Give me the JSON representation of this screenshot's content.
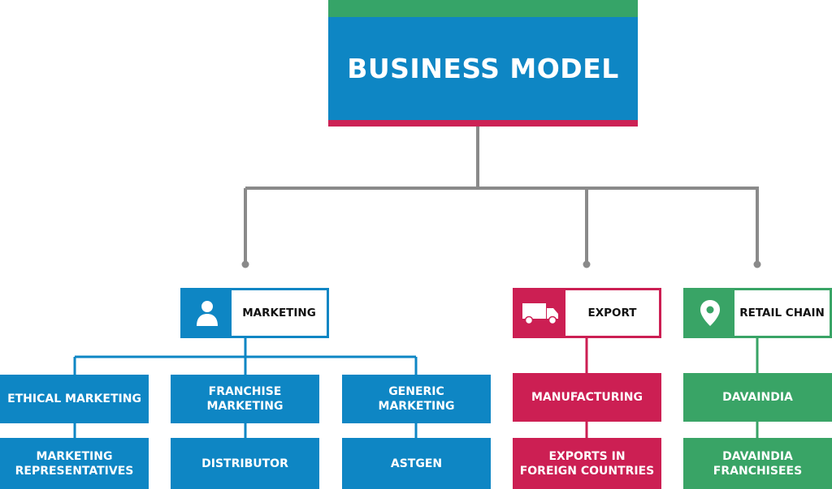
{
  "title": "BUSINESS MODEL",
  "colors": {
    "blue": "#0e86c4",
    "red": "#cc1f53",
    "green": "#39a466",
    "connector": "#8a8a8a"
  },
  "categories": [
    {
      "label": "MARKETING",
      "icon": "person-icon",
      "children": [
        {
          "label": "ETHICAL MARKETING",
          "sub": "MARKETING\nREPRESENTATIVES"
        },
        {
          "label": "FRANCHISE\nMARKETING",
          "sub": "DISTRIBUTOR"
        },
        {
          "label": "GENERIC\nMARKETING",
          "sub": "ASTGEN"
        }
      ]
    },
    {
      "label": "EXPORT",
      "icon": "truck-icon",
      "children": [
        {
          "label": "MANUFACTURING",
          "sub": "EXPORTS IN\nFOREIGN COUNTRIES"
        }
      ]
    },
    {
      "label": "RETAIL CHAIN",
      "icon": "location-pin-icon",
      "children": [
        {
          "label": "DAVAINDIA",
          "sub": "DAVAINDIA\nFRANCHISEES"
        }
      ]
    }
  ]
}
